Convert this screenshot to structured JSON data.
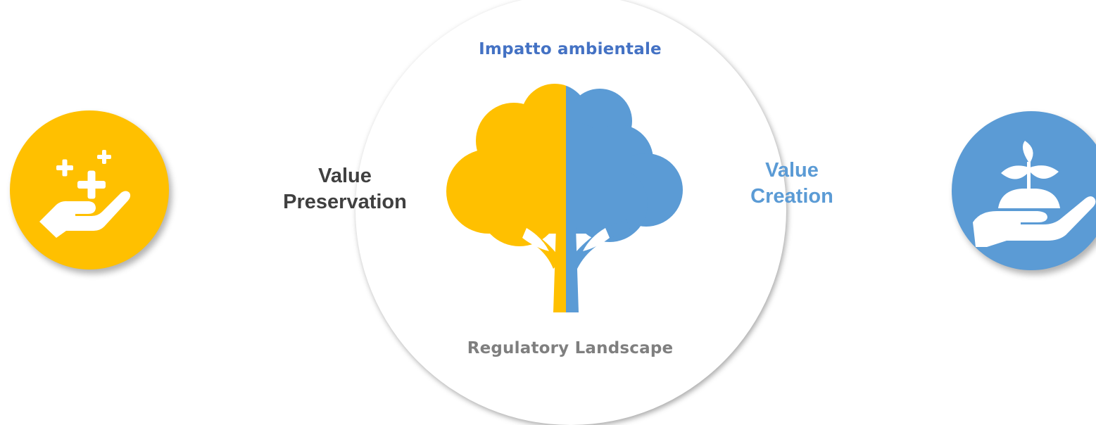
{
  "diagram": {
    "top_label": "Impatto ambientale",
    "bottom_label": "Regulatory Landscape",
    "left_label_line1": "Value",
    "left_label_line2": "Preservation",
    "right_label_line1": "Value",
    "right_label_line2": "Creation"
  },
  "colors": {
    "yellow": "#FFC000",
    "blue": "#5B9BD5",
    "top_label": "#4472C4",
    "left_label": "#404040",
    "right_label": "#5B9BD5",
    "bottom_label": "#7F7F7F"
  },
  "icons": {
    "left_badge": "hand-with-plus-signs-icon",
    "right_badge": "hand-holding-sprout-icon",
    "center": "half-yellow-half-blue-tree-icon"
  }
}
